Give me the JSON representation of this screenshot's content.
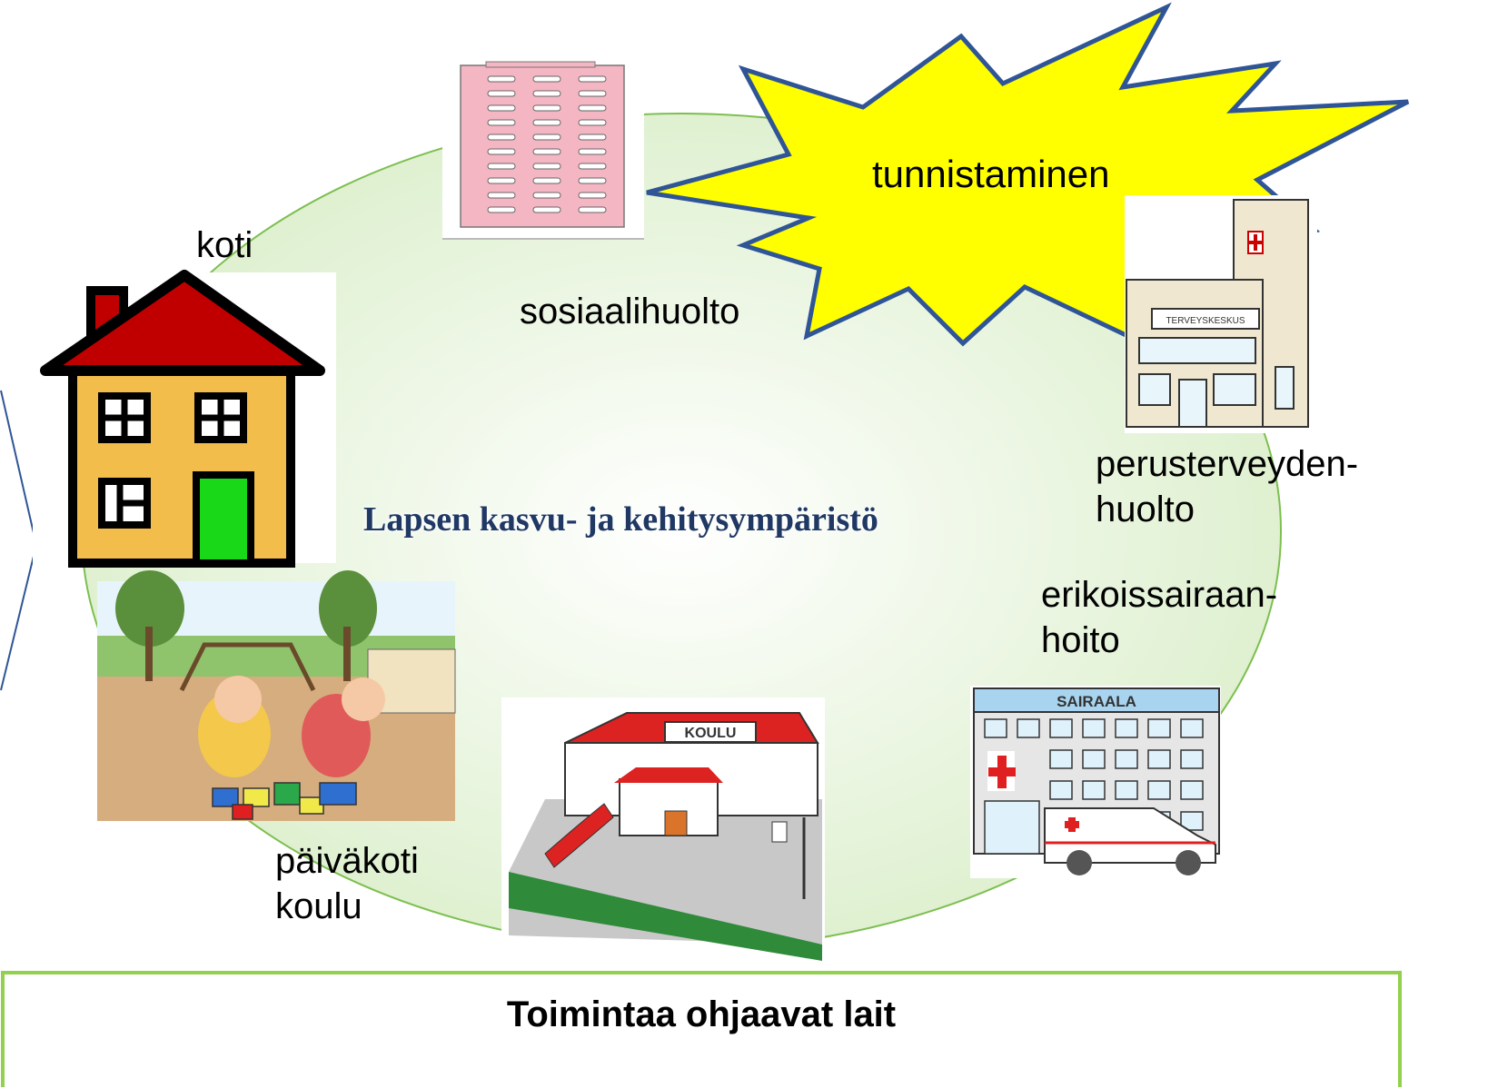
{
  "diagram": {
    "center_title": "Lapsen kasvu- ja kehitysympäristö",
    "burst_text": "tunnistaminen",
    "nodes": {
      "home": "koti",
      "social": "sosiaalihuolto",
      "primary_health_line1": "perusterveyden-",
      "primary_health_line2": "huolto",
      "specialist_line1": "erikoissairaan-",
      "specialist_line2": "hoito",
      "daycare_line1": "päiväkoti",
      "daycare_line2": "koulu"
    },
    "picture_texts": {
      "health_center_sign": "TERVEYSKESKUS",
      "hospital_sign": "SAIRAALA",
      "school_sign": "KOULU"
    },
    "laws_box": {
      "title": "Toimintaa ohjaavat lait"
    },
    "colors": {
      "ellipse_fill": "#e6f4d9",
      "ellipse_stroke": "#7cbf4f",
      "burst_fill": "#ffff00",
      "burst_stroke": "#2f5597",
      "title_color": "#1f3864",
      "laws_border": "#92d050"
    }
  }
}
